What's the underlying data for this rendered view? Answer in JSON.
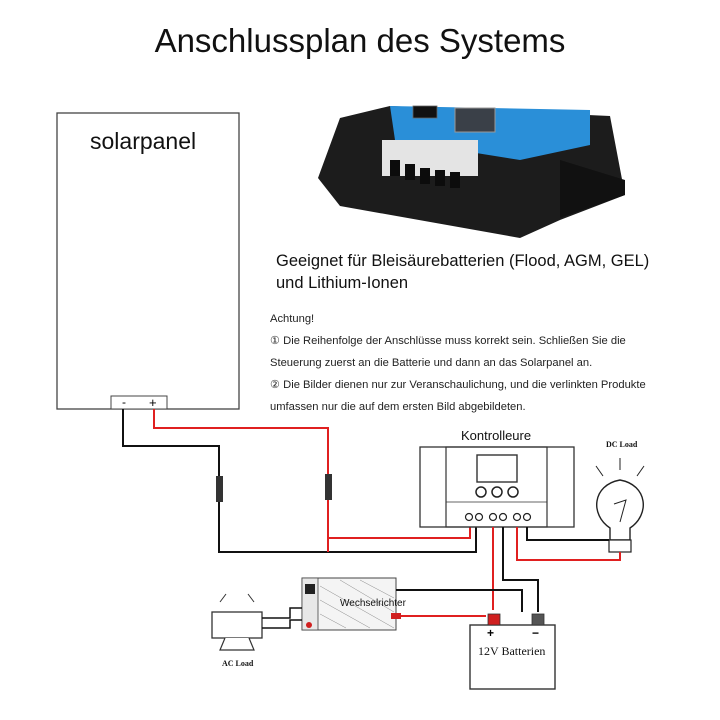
{
  "title": "Anschlussplan des Systems",
  "solar_panel": {
    "label": "solarpanel",
    "minus": "-",
    "plus": "+"
  },
  "suited": {
    "line1": "Geeignet für Bleisäurebatterien (Flood, AGM, GEL)",
    "line2": "und Lithium-Ionen"
  },
  "notice": {
    "heading": "Achtung!",
    "lines": [
      "① Die Reihenfolge der Anschlüsse muss korrekt sein. Schließen Sie die",
      "Steuerung zuerst an die Batterie und dann an das Solarpanel an.",
      "② Die Bilder dienen nur zur Veranschaulichung, und die verlinkten Produkte",
      "umfassen nur die auf dem ersten Bild abgebildeten."
    ]
  },
  "controller": {
    "label": "Kontrolleure"
  },
  "dc_load": {
    "label": "DC Load"
  },
  "ac_load": {
    "label": "AC Load"
  },
  "inverter": {
    "label": "Wechselrichter"
  },
  "battery": {
    "label": "12V Batterien",
    "plus": "+",
    "minus": "−"
  },
  "colors": {
    "positive_wire": "#e02020",
    "negative_wire": "#111111",
    "device_blue": "#2a8fd8"
  }
}
